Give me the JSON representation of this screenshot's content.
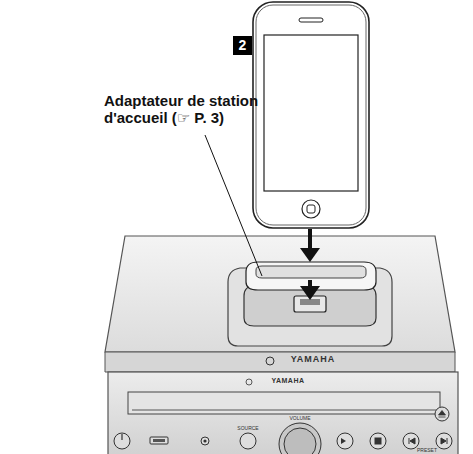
{
  "diagram": {
    "labels": [
      "2",
      "Adaptateur de station d'accueil (☞ P. 3)",
      "YAMAHA",
      "YAMAHA",
      "SOURCE",
      "VOLUME",
      "PRESET"
    ]
  }
}
